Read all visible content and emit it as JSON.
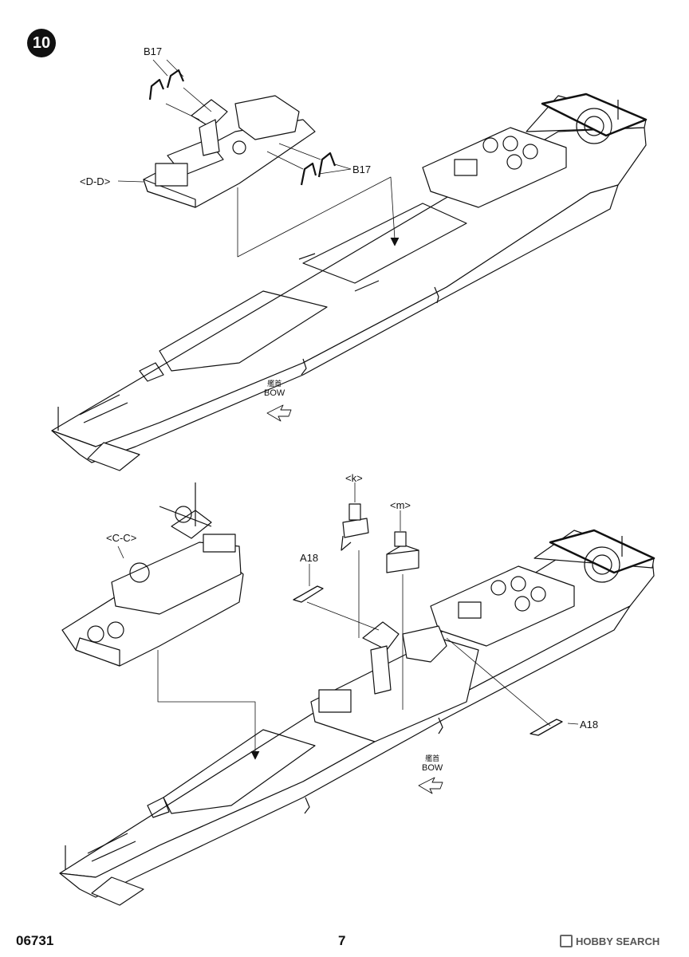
{
  "step": "10",
  "labels": {
    "b17_top": "B17",
    "b17_right": "B17",
    "d_d": "<D-D>",
    "c_c": "<C-C>",
    "k": "<k>",
    "m": "<m>",
    "a18_left": "A18",
    "a18_right": "A18"
  },
  "bow_top": {
    "jp": "艦首",
    "en": "BOW"
  },
  "bow_bottom": {
    "jp": "艦首",
    "en": "BOW"
  },
  "footer": {
    "code": "06731",
    "page": "7",
    "watermark": "HOBBY SEARCH"
  }
}
